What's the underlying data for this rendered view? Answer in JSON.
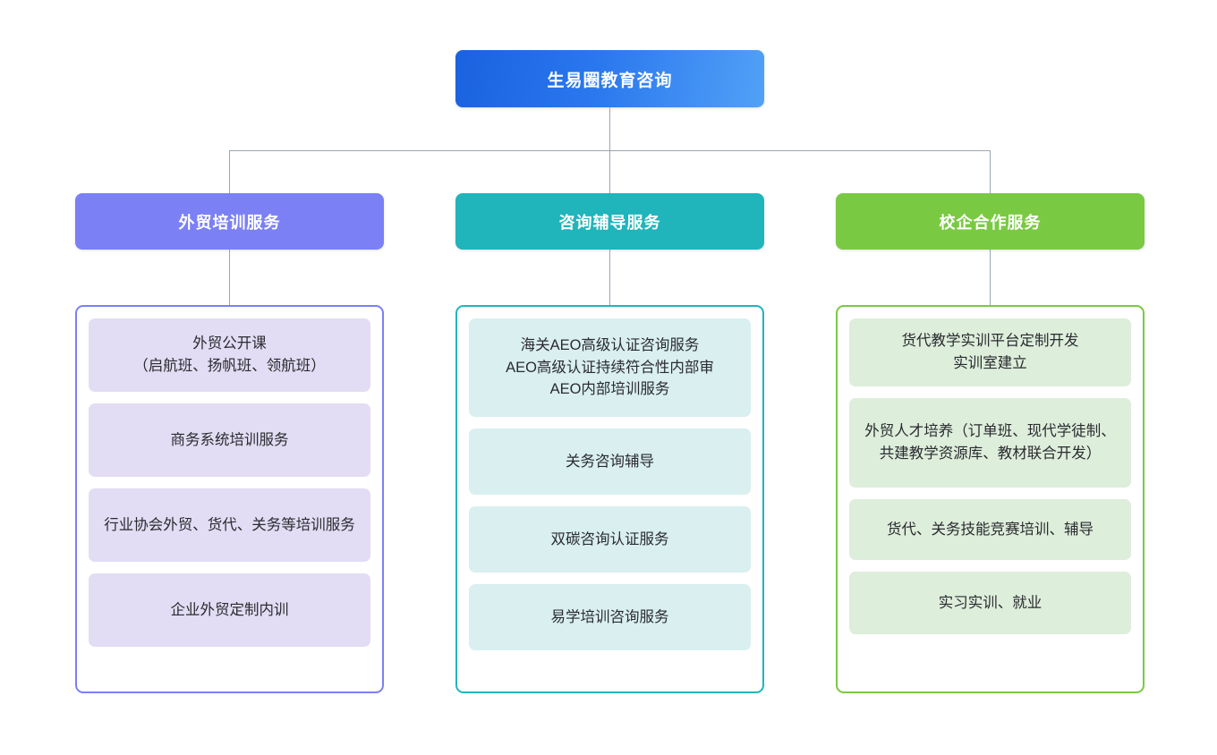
{
  "diagram": {
    "type": "organization-chart",
    "root": {
      "label": "生易圈教育咨询",
      "color": "#2a77ee",
      "gradient_from": "#1a62e0",
      "gradient_to": "#51a1f7",
      "text_color": "#ffffff"
    },
    "connector_color": "#9aa5b1",
    "branches": [
      {
        "label": "外贸培训服务",
        "color": "#7b80f5",
        "leaf_color": "#e2ddf4",
        "items": [
          "外贸公开课\n（启航班、扬帆班、领航班）",
          "商务系统培训服务",
          "行业协会外贸、货代、关务等培训服务",
          "企业外贸定制内训"
        ]
      },
      {
        "label": "咨询辅导服务",
        "color": "#20b4bb",
        "leaf_color": "#d9eff0",
        "items": [
          "海关AEO高级认证咨询服务\nAEO高级认证持续符合性内部审\nAEO内部培训服务",
          "关务咨询辅导",
          "双碳咨询认证服务",
          "易学培训咨询服务"
        ]
      },
      {
        "label": "校企合作服务",
        "color": "#7ac943",
        "leaf_color": "#ddeedb",
        "items": [
          "货代教学实训平台定制开发\n实训室建立",
          "外贸人才培养（订单班、现代学徒制、共建教学资源库、教材联合开发）",
          "货代、关务技能竞赛培训、辅导",
          "实习实训、就业"
        ]
      }
    ]
  }
}
